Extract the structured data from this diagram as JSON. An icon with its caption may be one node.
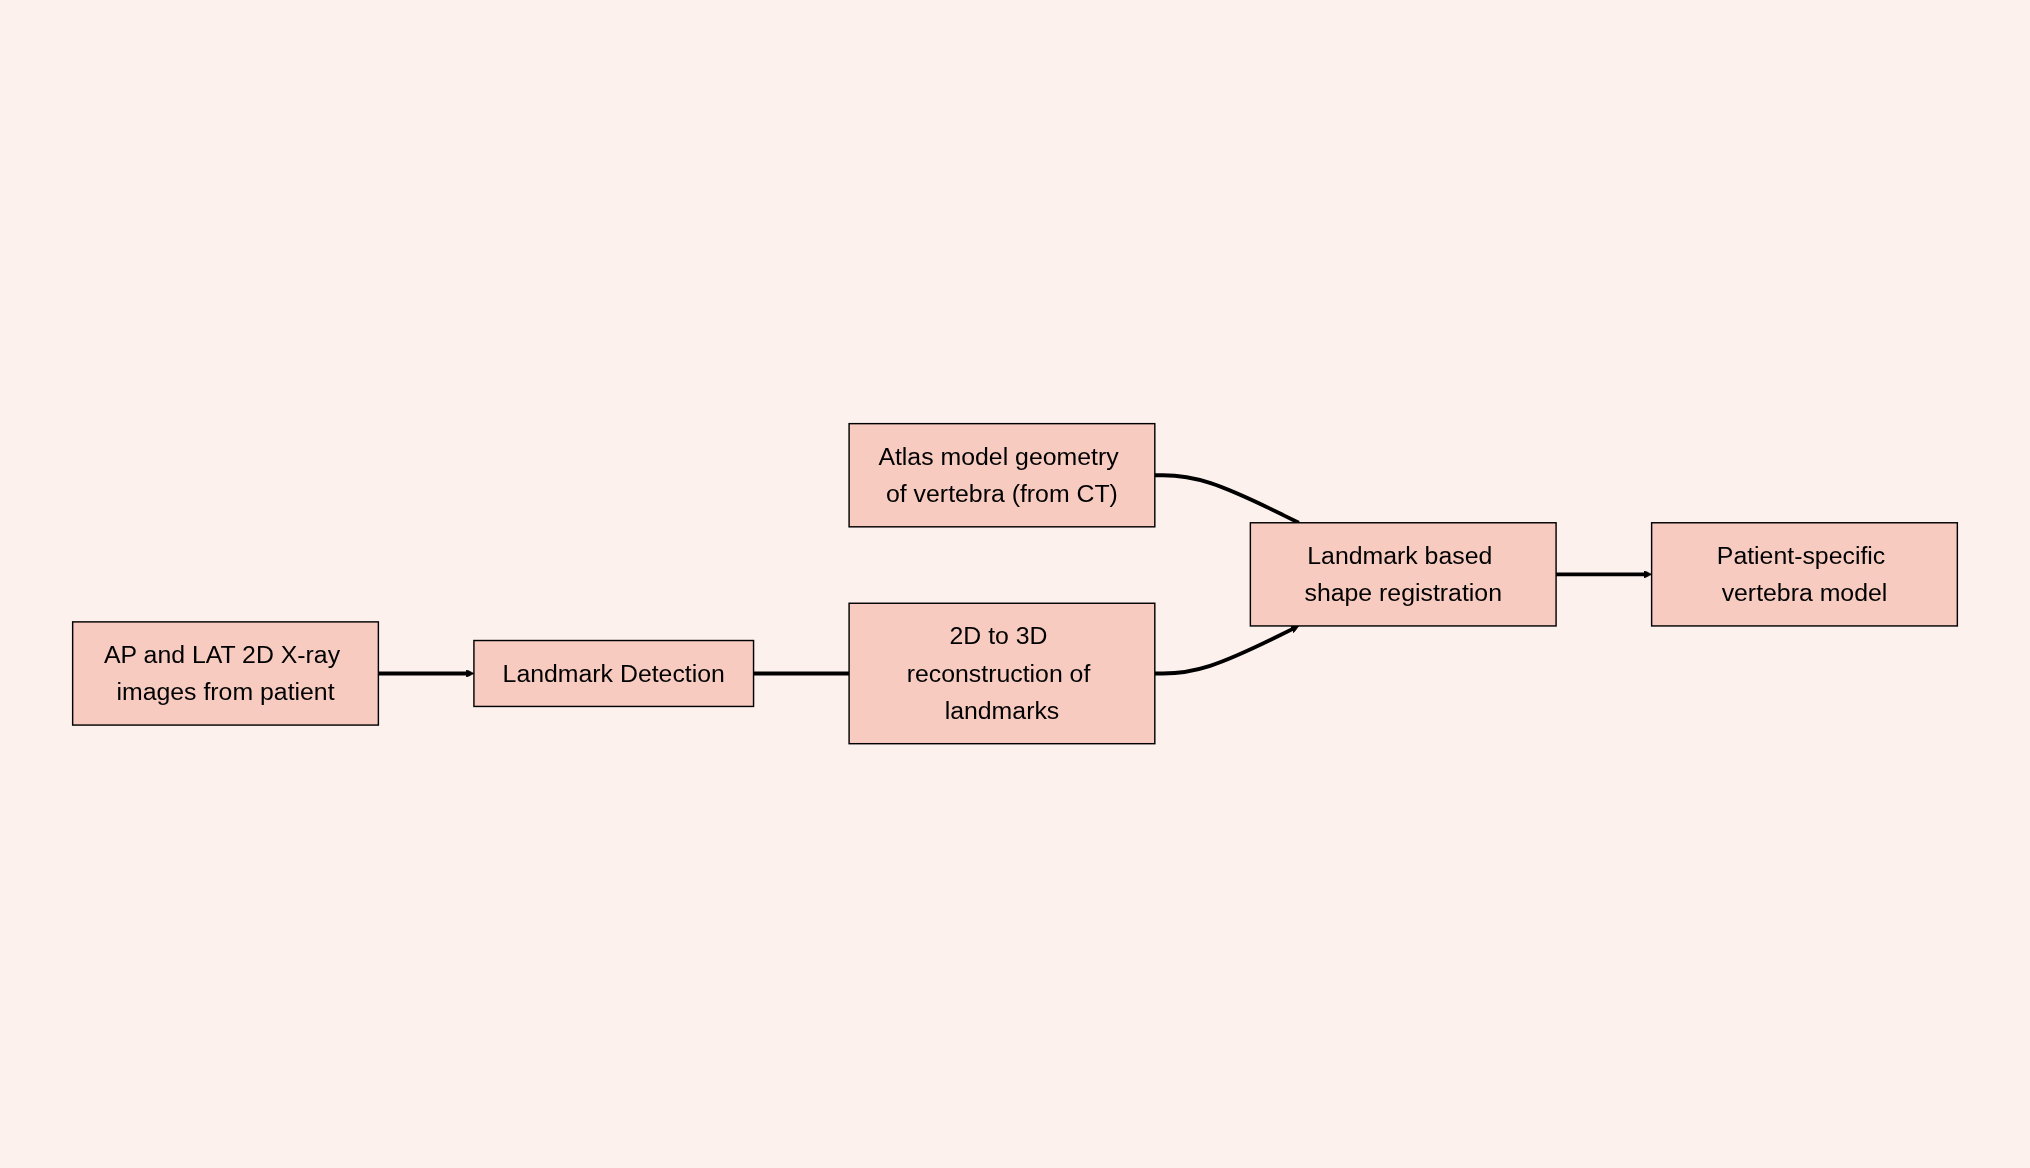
{
  "diagram": {
    "nodes": [
      {
        "text": [
          "Atlas model geometry of vertebra (from CT)"
        ]
      },
      {
        "text": [
          "Landmark based shape registration"
        ]
      },
      {
        "text": [
          "Patient-specific vertebra model"
        ]
      },
      {
        "text": [
          "2D to 3D reconstruction of landmarks"
        ]
      },
      {
        "text": [
          "AP and LAT 2D X-ray images from patient"
        ]
      },
      {
        "text": [
          "Landmark Detection"
        ]
      }
    ],
    "edges": [
      {
        "from": 0,
        "to": 1,
        "arrow": "none"
      },
      {
        "from": 1,
        "to": 2,
        "arrow": "to"
      },
      {
        "from": 3,
        "to": 1,
        "arrow": "to"
      },
      {
        "from": 5,
        "to": 3,
        "arrow": "none"
      },
      {
        "from": 4,
        "to": 5,
        "arrow": "to"
      }
    ]
  }
}
